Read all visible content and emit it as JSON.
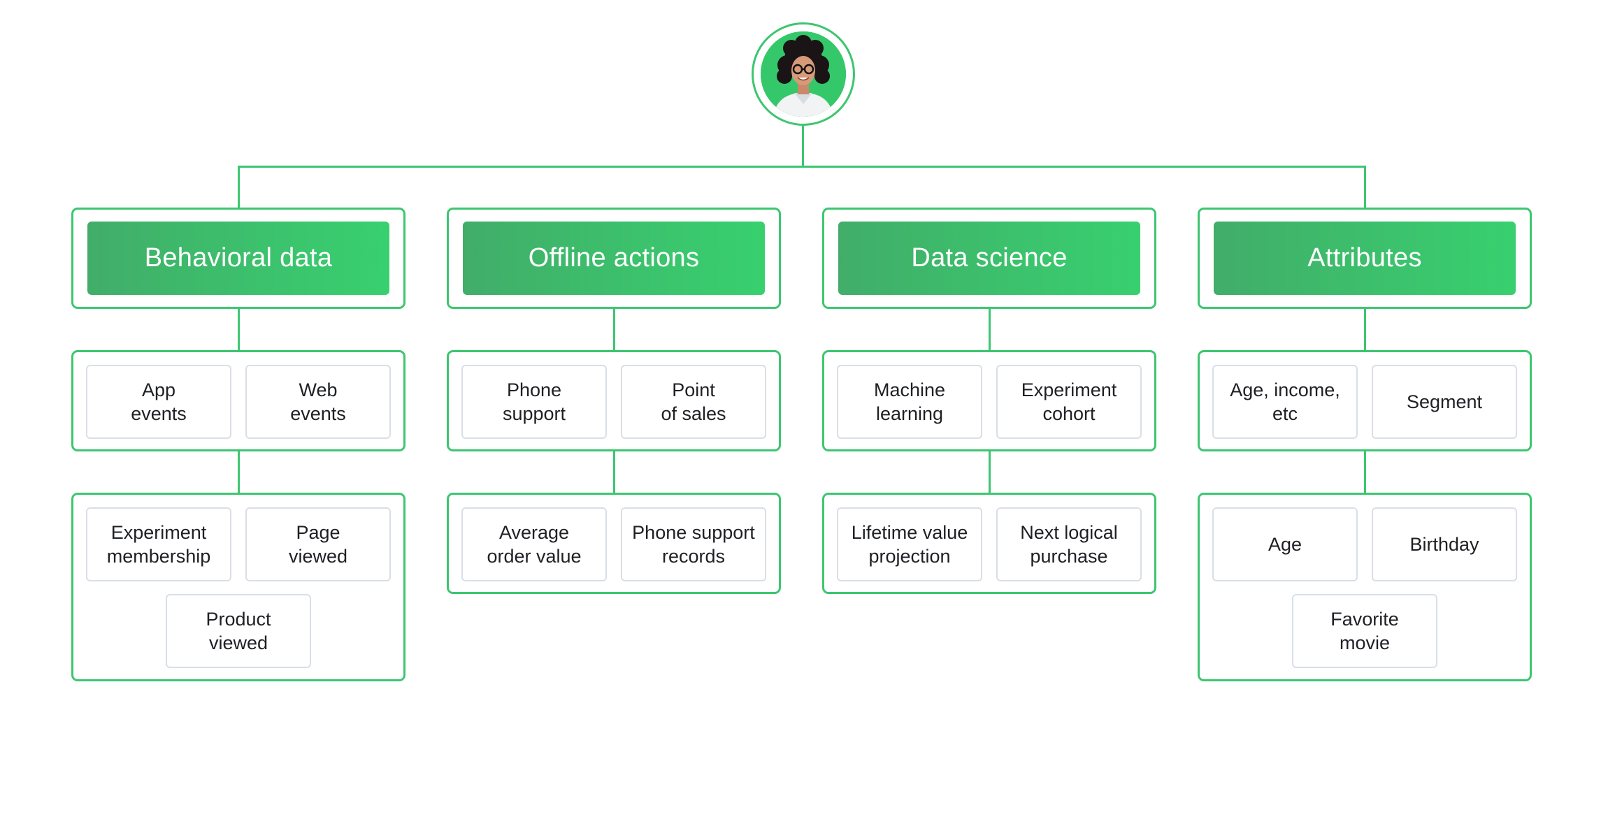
{
  "avatar": {
    "alt": "person avatar"
  },
  "columns": [
    {
      "title": "Behavioral data",
      "row1": [
        "App\nevents",
        "Web\nevents"
      ],
      "row2": [
        "Experiment\nmembership",
        "Page\nviewed",
        "Product\nviewed"
      ]
    },
    {
      "title": "Offline actions",
      "row1": [
        "Phone\nsupport",
        "Point\nof sales"
      ],
      "row2": [
        "Average\norder value",
        "Phone support\nrecords"
      ]
    },
    {
      "title": "Data science",
      "row1": [
        "Machine\nlearning",
        "Experiment\ncohort"
      ],
      "row2": [
        "Lifetime value\nprojection",
        "Next logical\npurchase"
      ]
    },
    {
      "title": "Attributes",
      "row1": [
        "Age, income,\netc",
        "Segment"
      ],
      "row2": [
        "Age",
        "Birthday",
        "Favorite\nmovie"
      ]
    }
  ],
  "colors": {
    "accent": "#3cc670",
    "header_start": "#41ad69",
    "header_end": "#38d06f",
    "chip_border": "#d9dfe6",
    "text": "#1f2024"
  }
}
